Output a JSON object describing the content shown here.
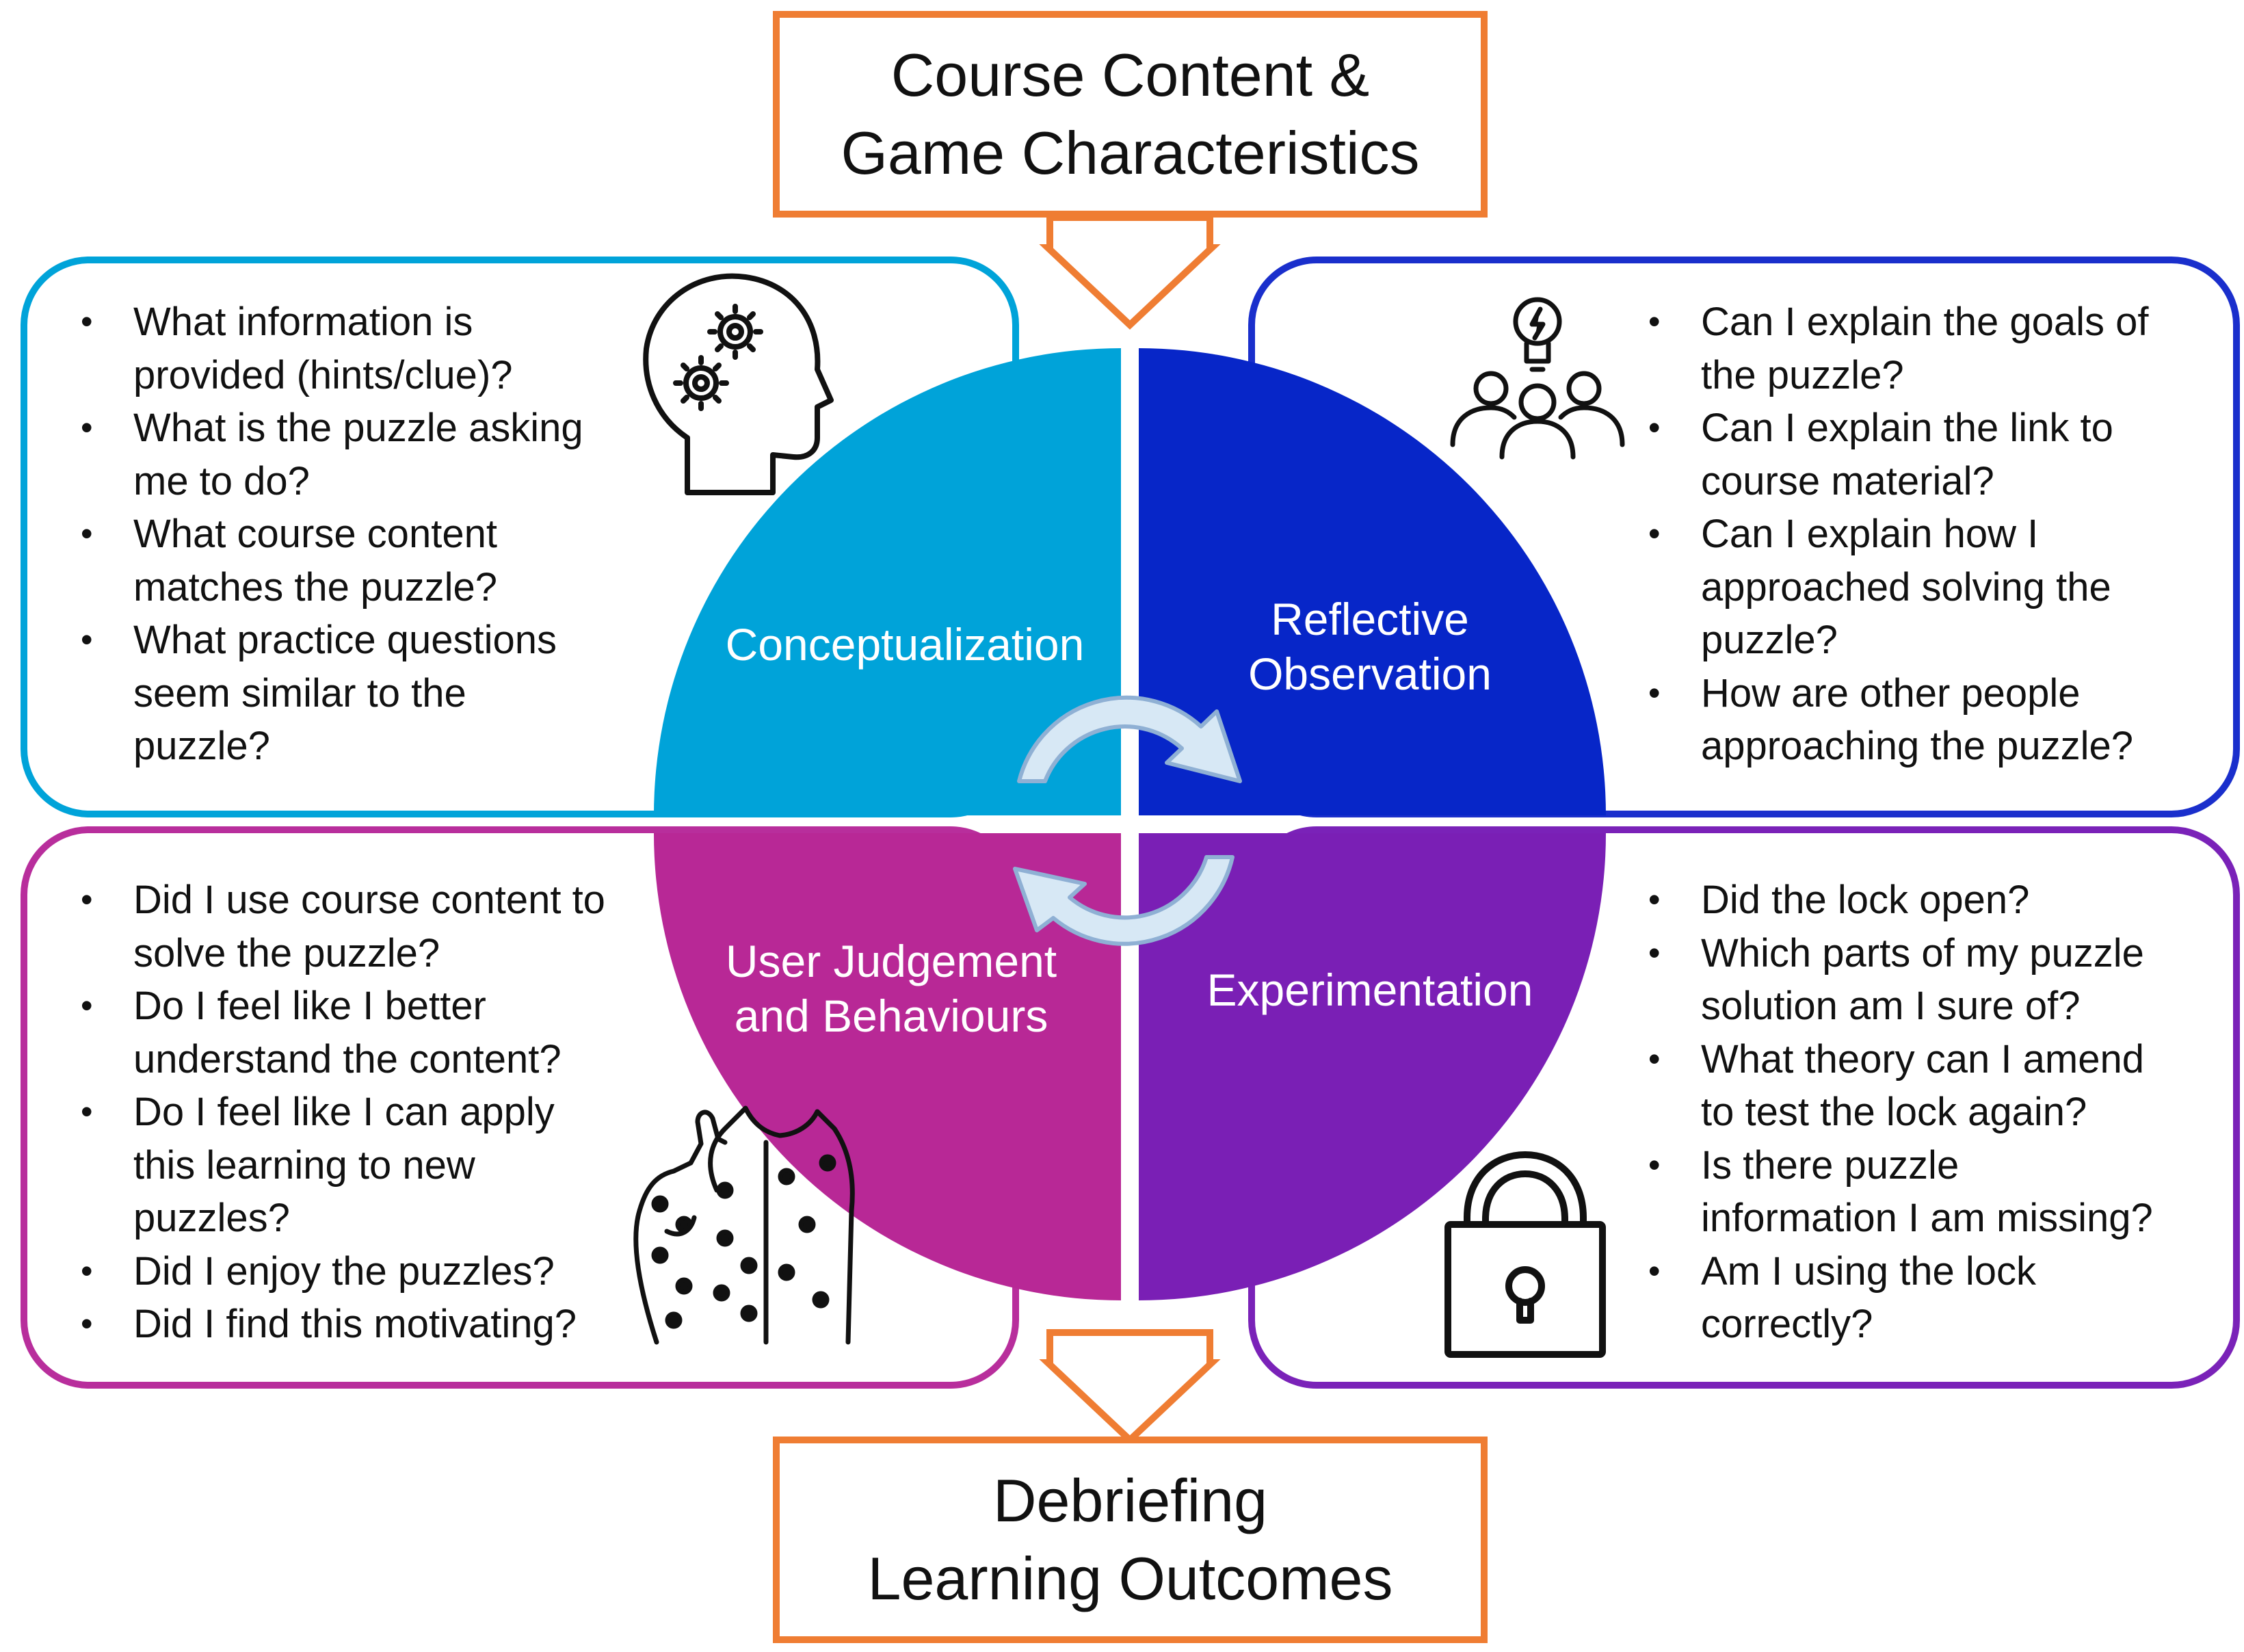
{
  "input_box": {
    "lines": [
      "Course Content &",
      "Game Characteristics"
    ]
  },
  "output_box": {
    "lines": [
      "Debriefing",
      "Learning Outcomes"
    ]
  },
  "quadrants": {
    "conceptualization": {
      "label": [
        "Conceptualization"
      ],
      "color": "#00a3d9",
      "border": "#00a3d9",
      "icon": "head-gears-icon",
      "questions": [
        [
          "What information is",
          "provided (hints/clue)?"
        ],
        [
          "What is the puzzle asking",
          "me to do?"
        ],
        [
          "What course content",
          "matches the puzzle?"
        ],
        [
          "What practice questions",
          "seem similar to the",
          "puzzle?"
        ]
      ]
    },
    "reflective_observation": {
      "label": [
        "Reflective",
        "Observation"
      ],
      "color": "#0726c8",
      "border": "#1a2fcc",
      "icon": "team-idea-icon",
      "questions": [
        [
          "Can I explain the goals of",
          "the puzzle?"
        ],
        [
          "Can I explain the link to",
          "course material?"
        ],
        [
          "Can I explain how I",
          "approached solving the",
          "puzzle?"
        ],
        [
          "How are other people",
          "approaching the puzzle?"
        ]
      ]
    },
    "user_judgement": {
      "label": [
        "User Judgement",
        "and Behaviours"
      ],
      "color": "#b82896",
      "border": "#b82e9c",
      "icon": "thumbs-up-person-icon",
      "questions": [
        [
          "Did I use course content to",
          "solve the puzzle?"
        ],
        [
          "Do I feel like I better",
          "understand the content?"
        ],
        [
          "Do I feel like I can apply",
          "this learning to new",
          "puzzles?"
        ],
        [
          "Did I enjoy the puzzles?"
        ],
        [
          "Did I find this motivating?"
        ]
      ]
    },
    "experimentation": {
      "label": [
        "Experimentation"
      ],
      "color": "#7a1fb5",
      "border": "#7a22b8",
      "icon": "padlock-icon",
      "questions": [
        [
          "Did the lock open?"
        ],
        [
          "Which parts of my puzzle",
          "solution am I sure of?"
        ],
        [
          "What theory can I amend",
          "to test the lock again?"
        ],
        [
          "Is there puzzle",
          "information I am missing?"
        ],
        [
          "Am I using the lock",
          "correctly?"
        ]
      ]
    }
  },
  "colors": {
    "arrow_orange": "#ef7d33",
    "cycle_arrow_fill": "#d7e8f5",
    "cycle_arrow_stroke": "#8fb0d4"
  }
}
